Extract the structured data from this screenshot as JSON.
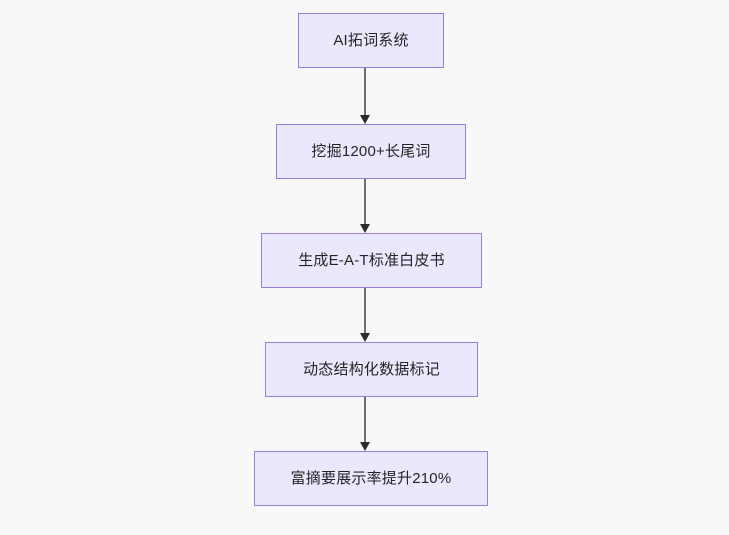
{
  "diagram": {
    "type": "flowchart",
    "orientation": "top-to-bottom",
    "background_color": "#f8f8f8",
    "node_fill_color": "#eae8fd",
    "node_border_color": "#9d7ddb",
    "node_text_color": "#252526",
    "connector_color": "#6f6f6f",
    "arrowhead_color": "#2b2b2b",
    "nodes": [
      {
        "id": "n0",
        "label": "AI拓词系统"
      },
      {
        "id": "n1",
        "label": "挖掘1200+长尾词"
      },
      {
        "id": "n2",
        "label": "生成E-A-T标准白皮书"
      },
      {
        "id": "n3",
        "label": "动态结构化数据标记"
      },
      {
        "id": "n4",
        "label": "富摘要展示率提升210%"
      }
    ],
    "edges": [
      {
        "from": "n0",
        "to": "n1",
        "arrow": "arrow-down-icon"
      },
      {
        "from": "n1",
        "to": "n2",
        "arrow": "arrow-down-icon"
      },
      {
        "from": "n2",
        "to": "n3",
        "arrow": "arrow-down-icon"
      },
      {
        "from": "n3",
        "to": "n4",
        "arrow": "arrow-down-icon"
      }
    ]
  }
}
